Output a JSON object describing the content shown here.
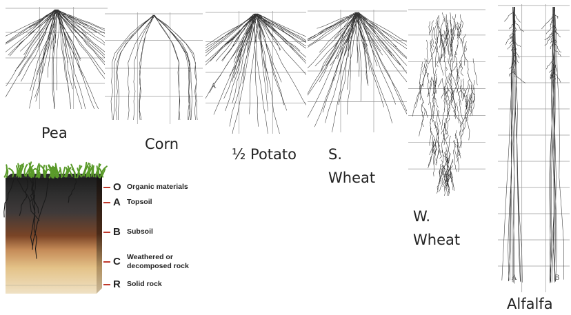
{
  "crops": [
    {
      "id": "pea",
      "label": "Pea"
    },
    {
      "id": "corn",
      "label": "Corn"
    },
    {
      "id": "potato",
      "label": "½ Potato"
    },
    {
      "id": "s-wheat",
      "label": "S.\nWheat"
    },
    {
      "id": "w-wheat",
      "label": "W.\nWheat"
    },
    {
      "id": "alfalfa",
      "label": "Alfalfa"
    }
  ],
  "panel_marks": {
    "potato": "A",
    "alfalfa_left": "A",
    "alfalfa_right": "B"
  },
  "soil_profile": {
    "horizons": [
      {
        "letter": "O",
        "description": "Organic materials"
      },
      {
        "letter": "A",
        "description": "Topsoil"
      },
      {
        "letter": "B",
        "description": "Subsoil"
      },
      {
        "letter": "C",
        "description": "Weathered or\ndecomposed rock"
      },
      {
        "letter": "R",
        "description": "Solid rock"
      }
    ]
  },
  "colors": {
    "root": "#333333",
    "grid": "#9a9a9a",
    "horizon_marker": "#c0392b",
    "grass": "#5a9a2a"
  }
}
